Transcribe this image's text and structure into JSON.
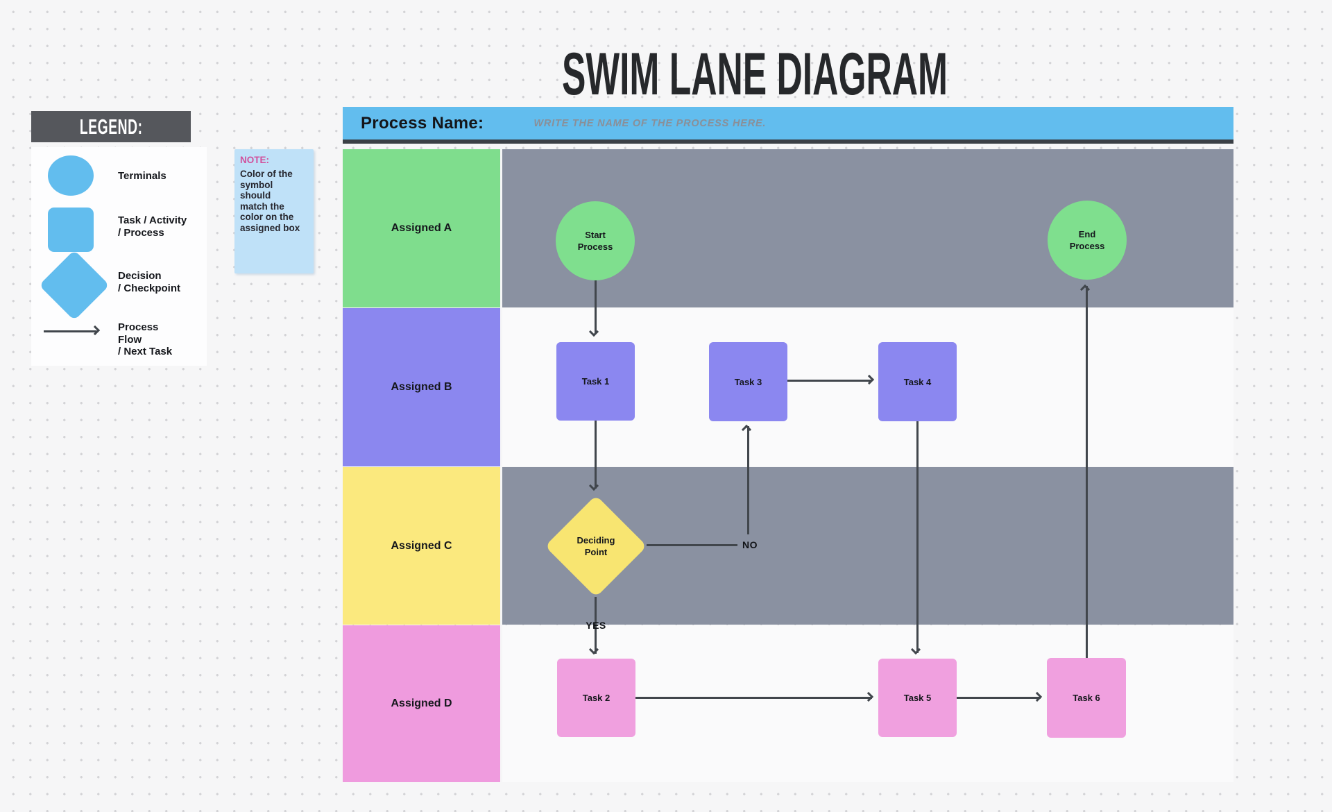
{
  "title": "SWIM LANE DIAGRAM",
  "legend": {
    "header": "LEGEND:",
    "items": [
      {
        "icon": "terminal-ellipse",
        "label": "Terminals"
      },
      {
        "icon": "task-square",
        "label": "Task / Activity\n/ Process"
      },
      {
        "icon": "decision-diamond",
        "label": "Decision\n/ Checkpoint"
      },
      {
        "icon": "flow-arrow",
        "label": "Process\nFlow\n/ Next Task"
      }
    ]
  },
  "note": {
    "heading": "NOTE:",
    "body": "Color of the\nsymbol\nshould\nmatch the\ncolor on the\nassigned box"
  },
  "process_header": {
    "label": "Process Name:",
    "placeholder": "WRITE THE NAME OF THE PROCESS HERE."
  },
  "lanes": [
    {
      "label": "Assigned A",
      "label_color": "#7fdd8d",
      "content_color": "#8a91a1"
    },
    {
      "label": "Assigned B",
      "label_color": "#8b87ef",
      "content_color": "#fafafb"
    },
    {
      "label": "Assigned C",
      "label_color": "#fbe97e",
      "content_color": "#8a91a1"
    },
    {
      "label": "Assigned D",
      "label_color": "#ef9bde",
      "content_color": "#fafafb"
    }
  ],
  "nodes": {
    "start": "Start\nProcess",
    "task1": "Task 1",
    "task2": "Task 2",
    "task3": "Task 3",
    "task4": "Task 4",
    "task5": "Task 5",
    "task6": "Task 6",
    "decision": "Deciding\nPoint",
    "end": "End\nProcess"
  },
  "edge_labels": {
    "yes": "YES",
    "no": "NO"
  },
  "colors": {
    "background": "#f6f6f7",
    "dot_grid": "#d3d3d6",
    "node_green": "#7fdf8e",
    "node_purple": "#8b87f0",
    "node_yellow": "#f8e571",
    "node_pink": "#f0a0df",
    "legend_blue": "#62bdee",
    "lane_gray": "#8a91a1",
    "lane_white": "#fafafb",
    "connector": "#41464c",
    "note_bg": "#bfe1f8",
    "note_heading": "#d1509c",
    "legend_header_bg": "#55575c",
    "header_bar_blue": "#62bdee",
    "header_bar_underline": "#3b4046"
  }
}
